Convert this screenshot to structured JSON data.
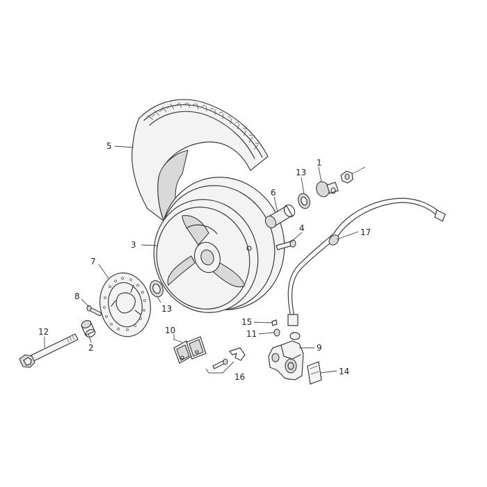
{
  "diagram": {
    "callouts": [
      {
        "id": "part-1",
        "label": "1"
      },
      {
        "id": "part-2",
        "label": "2"
      },
      {
        "id": "part-3",
        "label": "3"
      },
      {
        "id": "part-4",
        "label": "4"
      },
      {
        "id": "part-5",
        "label": "5"
      },
      {
        "id": "part-6",
        "label": "6"
      },
      {
        "id": "part-7",
        "label": "7"
      },
      {
        "id": "part-8",
        "label": "8"
      },
      {
        "id": "part-9",
        "label": "9"
      },
      {
        "id": "part-10",
        "label": "10"
      },
      {
        "id": "part-11",
        "label": "11"
      },
      {
        "id": "part-12",
        "label": "12"
      },
      {
        "id": "part-13a",
        "label": "13"
      },
      {
        "id": "part-13b",
        "label": "13"
      },
      {
        "id": "part-14",
        "label": "14"
      },
      {
        "id": "part-15",
        "label": "15"
      },
      {
        "id": "part-16",
        "label": "16"
      },
      {
        "id": "part-17",
        "label": "17"
      }
    ]
  }
}
